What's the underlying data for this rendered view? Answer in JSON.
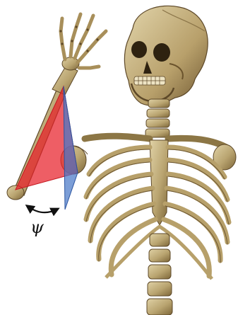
{
  "figure": {
    "angle_symbol": "ψ",
    "colors": {
      "background": "#ffffff",
      "bone": "#c9b78a",
      "bone_dark": "#6e5a34",
      "bone_shadow": "#8a7448",
      "red_plane": "#e8202a",
      "blue_plane": "#4a78c8",
      "arrow": "#111111"
    },
    "icons": {
      "skeleton": "skeleton-illustration",
      "red_plane": "red-triangle-plane",
      "blue_plane": "blue-triangle-plane",
      "arrow": "double-headed-curved-arrow"
    }
  }
}
